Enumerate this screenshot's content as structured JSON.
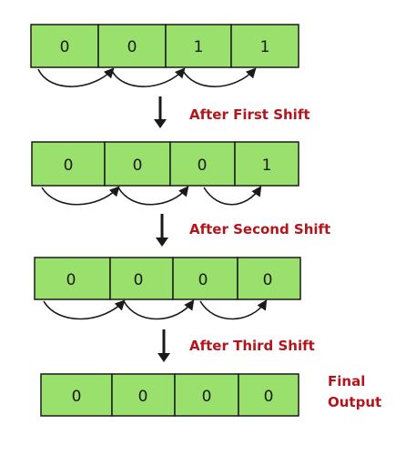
{
  "colors": {
    "cell_fill": "#99e06d",
    "cell_border": "#1a1a1a",
    "label": "#b3151c"
  },
  "registers": [
    {
      "bits": [
        "0",
        "0",
        "1",
        "1"
      ]
    },
    {
      "bits": [
        "0",
        "0",
        "0",
        "1"
      ]
    },
    {
      "bits": [
        "0",
        "0",
        "0",
        "0"
      ]
    },
    {
      "bits": [
        "0",
        "0",
        "0",
        "0"
      ]
    }
  ],
  "step_labels": [
    "After First Shift",
    "After Second Shift",
    "After Third Shift"
  ],
  "final_label": [
    "Final",
    "Output"
  ]
}
